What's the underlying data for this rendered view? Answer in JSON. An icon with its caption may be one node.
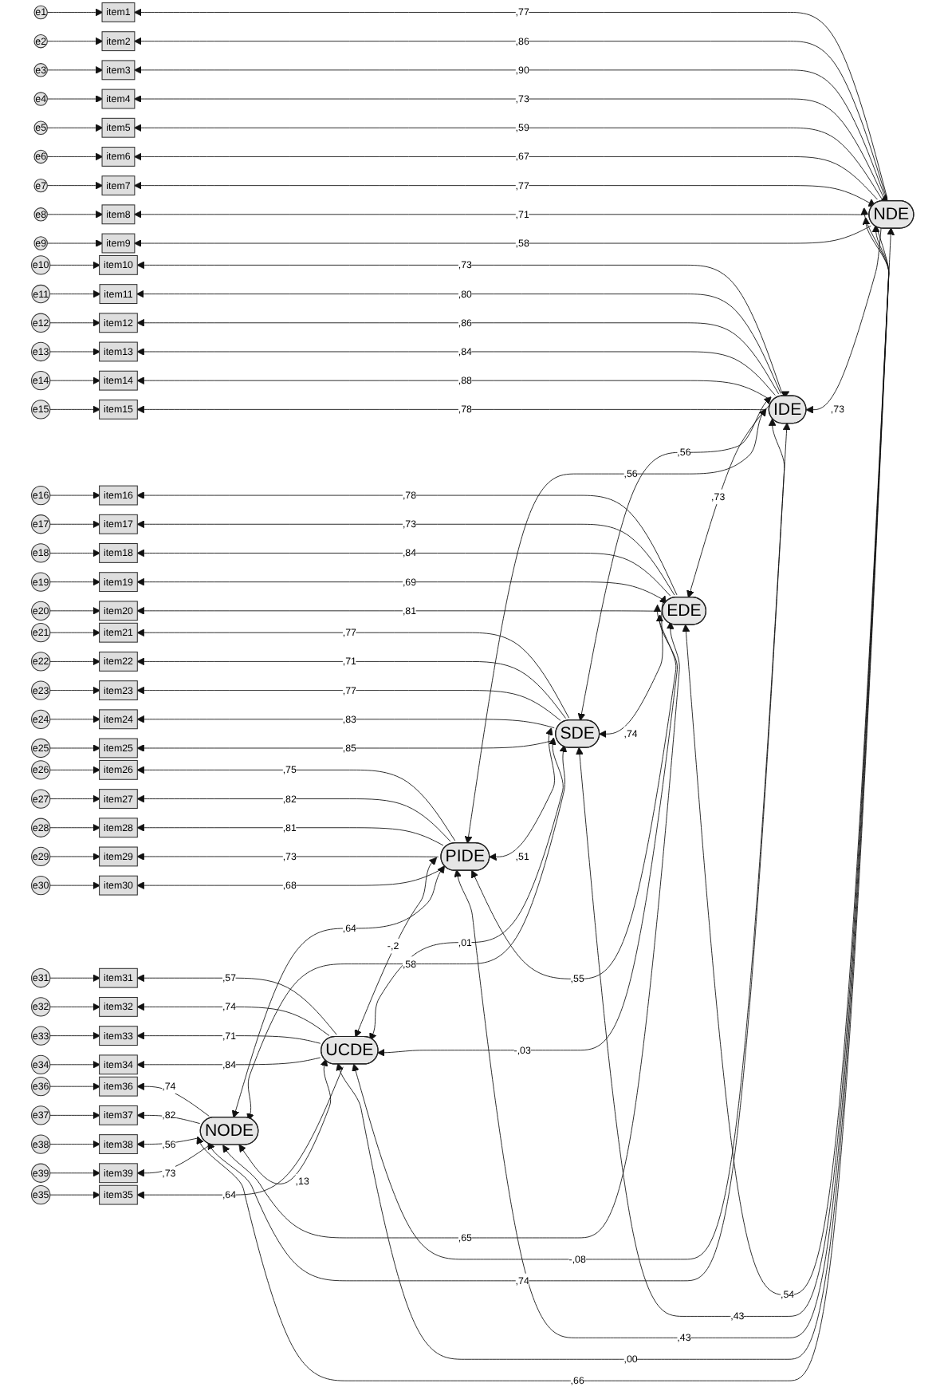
{
  "diagram": {
    "nodes": [
      {
        "text": [
          "e1"
        ]
      },
      {
        "text": [
          "item1"
        ]
      },
      {
        "text": [
          "e2"
        ]
      },
      {
        "text": [
          "item2"
        ]
      },
      {
        "text": [
          "e3"
        ]
      },
      {
        "text": [
          "item3"
        ]
      },
      {
        "text": [
          "e4"
        ]
      },
      {
        "text": [
          "item4"
        ]
      },
      {
        "text": [
          "e5"
        ]
      },
      {
        "text": [
          "item5"
        ]
      },
      {
        "text": [
          "e6"
        ]
      },
      {
        "text": [
          "item6"
        ]
      },
      {
        "text": [
          "e7"
        ]
      },
      {
        "text": [
          "item7"
        ]
      },
      {
        "text": [
          "e8"
        ]
      },
      {
        "text": [
          "item8"
        ]
      },
      {
        "text": [
          "e9"
        ]
      },
      {
        "text": [
          "item9"
        ]
      },
      {
        "text": [
          "e10"
        ]
      },
      {
        "text": [
          "item10"
        ]
      },
      {
        "text": [
          "e11"
        ]
      },
      {
        "text": [
          "item11"
        ]
      },
      {
        "text": [
          "e12"
        ]
      },
      {
        "text": [
          "item12"
        ]
      },
      {
        "text": [
          "e13"
        ]
      },
      {
        "text": [
          "item13"
        ]
      },
      {
        "text": [
          "e14"
        ]
      },
      {
        "text": [
          "item14"
        ]
      },
      {
        "text": [
          "e15"
        ]
      },
      {
        "text": [
          "item15"
        ]
      },
      {
        "text": [
          "e16"
        ]
      },
      {
        "text": [
          "item16"
        ]
      },
      {
        "text": [
          "e17"
        ]
      },
      {
        "text": [
          "item17"
        ]
      },
      {
        "text": [
          "e18"
        ]
      },
      {
        "text": [
          "item18"
        ]
      },
      {
        "text": [
          "e19"
        ]
      },
      {
        "text": [
          "item19"
        ]
      },
      {
        "text": [
          "e20"
        ]
      },
      {
        "text": [
          "item20"
        ]
      },
      {
        "text": [
          "e21"
        ]
      },
      {
        "text": [
          "item21"
        ]
      },
      {
        "text": [
          "e22"
        ]
      },
      {
        "text": [
          "item22"
        ]
      },
      {
        "text": [
          "e23"
        ]
      },
      {
        "text": [
          "item23"
        ]
      },
      {
        "text": [
          "e24"
        ]
      },
      {
        "text": [
          "item24"
        ]
      },
      {
        "text": [
          "e25"
        ]
      },
      {
        "text": [
          "item25"
        ]
      },
      {
        "text": [
          "e26"
        ]
      },
      {
        "text": [
          "item26"
        ]
      },
      {
        "text": [
          "e27"
        ]
      },
      {
        "text": [
          "item27"
        ]
      },
      {
        "text": [
          "e28"
        ]
      },
      {
        "text": [
          "item28"
        ]
      },
      {
        "text": [
          "e29"
        ]
      },
      {
        "text": [
          "item29"
        ]
      },
      {
        "text": [
          "e30"
        ]
      },
      {
        "text": [
          "item30"
        ]
      },
      {
        "text": [
          "e31"
        ]
      },
      {
        "text": [
          "item31"
        ]
      },
      {
        "text": [
          "e32"
        ]
      },
      {
        "text": [
          "item32"
        ]
      },
      {
        "text": [
          "e33"
        ]
      },
      {
        "text": [
          "item33"
        ]
      },
      {
        "text": [
          "e34"
        ]
      },
      {
        "text": [
          "item34"
        ]
      },
      {
        "text": [
          "e35"
        ]
      },
      {
        "text": [
          "item35"
        ]
      },
      {
        "text": [
          "e36"
        ]
      },
      {
        "text": [
          "item36"
        ]
      },
      {
        "text": [
          "e37"
        ]
      },
      {
        "text": [
          "item37"
        ]
      },
      {
        "text": [
          "e38"
        ]
      },
      {
        "text": [
          "item38"
        ]
      },
      {
        "text": [
          "e39"
        ]
      },
      {
        "text": [
          "item39"
        ]
      },
      {
        "text": [
          "NDE"
        ]
      },
      {
        "text": [
          "IDE"
        ]
      },
      {
        "text": [
          "EDE"
        ]
      },
      {
        "text": [
          "SDE"
        ]
      },
      {
        "text": [
          "PIDE"
        ]
      },
      {
        "text": [
          "UCDE"
        ]
      },
      {
        "text": [
          "NODE"
        ]
      }
    ],
    "edges": [
      {
        "from": 0,
        "to": 1,
        "arrow": "to"
      },
      {
        "from": 2,
        "to": 3,
        "arrow": "to"
      },
      {
        "from": 4,
        "to": 5,
        "arrow": "to"
      },
      {
        "from": 6,
        "to": 7,
        "arrow": "to"
      },
      {
        "from": 8,
        "to": 9,
        "arrow": "to"
      },
      {
        "from": 10,
        "to": 11,
        "arrow": "to"
      },
      {
        "from": 12,
        "to": 13,
        "arrow": "to"
      },
      {
        "from": 14,
        "to": 15,
        "arrow": "to"
      },
      {
        "from": 16,
        "to": 17,
        "arrow": "to"
      },
      {
        "from": 18,
        "to": 19,
        "arrow": "to"
      },
      {
        "from": 20,
        "to": 21,
        "arrow": "to"
      },
      {
        "from": 22,
        "to": 23,
        "arrow": "to"
      },
      {
        "from": 24,
        "to": 25,
        "arrow": "to"
      },
      {
        "from": 26,
        "to": 27,
        "arrow": "to"
      },
      {
        "from": 28,
        "to": 29,
        "arrow": "to"
      },
      {
        "from": 30,
        "to": 31,
        "arrow": "to"
      },
      {
        "from": 32,
        "to": 33,
        "arrow": "to"
      },
      {
        "from": 34,
        "to": 35,
        "arrow": "to"
      },
      {
        "from": 36,
        "to": 37,
        "arrow": "to"
      },
      {
        "from": 38,
        "to": 39,
        "arrow": "to"
      },
      {
        "from": 40,
        "to": 41,
        "arrow": "to"
      },
      {
        "from": 42,
        "to": 43,
        "arrow": "to"
      },
      {
        "from": 44,
        "to": 45,
        "arrow": "to"
      },
      {
        "from": 46,
        "to": 47,
        "arrow": "to"
      },
      {
        "from": 48,
        "to": 49,
        "arrow": "to"
      },
      {
        "from": 50,
        "to": 51,
        "arrow": "to"
      },
      {
        "from": 52,
        "to": 53,
        "arrow": "to"
      },
      {
        "from": 54,
        "to": 55,
        "arrow": "to"
      },
      {
        "from": 56,
        "to": 57,
        "arrow": "to"
      },
      {
        "from": 58,
        "to": 59,
        "arrow": "to"
      },
      {
        "from": 60,
        "to": 61,
        "arrow": "to"
      },
      {
        "from": 62,
        "to": 63,
        "arrow": "to"
      },
      {
        "from": 64,
        "to": 65,
        "arrow": "to"
      },
      {
        "from": 66,
        "to": 67,
        "arrow": "to"
      },
      {
        "from": 68,
        "to": 69,
        "arrow": "to"
      },
      {
        "from": 70,
        "to": 71,
        "arrow": "to"
      },
      {
        "from": 72,
        "to": 73,
        "arrow": "to"
      },
      {
        "from": 74,
        "to": 75,
        "arrow": "to"
      },
      {
        "from": 76,
        "to": 77,
        "arrow": "to"
      },
      {
        "from": 78,
        "to": 1,
        "arrow": "to",
        "label": ",77"
      },
      {
        "from": 78,
        "to": 3,
        "arrow": "to",
        "label": ",86"
      },
      {
        "from": 78,
        "to": 5,
        "arrow": "to",
        "label": ",90"
      },
      {
        "from": 78,
        "to": 7,
        "arrow": "to",
        "label": ",73"
      },
      {
        "from": 78,
        "to": 9,
        "arrow": "to",
        "label": ",59"
      },
      {
        "from": 78,
        "to": 11,
        "arrow": "to",
        "label": ",67"
      },
      {
        "from": 78,
        "to": 13,
        "arrow": "to",
        "label": ",77"
      },
      {
        "from": 78,
        "to": 15,
        "arrow": "to",
        "label": ",71"
      },
      {
        "from": 78,
        "to": 17,
        "arrow": "to",
        "label": ",58"
      },
      {
        "from": 79,
        "to": 19,
        "arrow": "to",
        "label": ",73"
      },
      {
        "from": 79,
        "to": 21,
        "arrow": "to",
        "label": ",80"
      },
      {
        "from": 79,
        "to": 23,
        "arrow": "to",
        "label": ",86"
      },
      {
        "from": 79,
        "to": 25,
        "arrow": "to",
        "label": ",84"
      },
      {
        "from": 79,
        "to": 27,
        "arrow": "to",
        "label": ",88"
      },
      {
        "from": 79,
        "to": 29,
        "arrow": "to",
        "label": ",78"
      },
      {
        "from": 80,
        "to": 31,
        "arrow": "to",
        "label": ",78"
      },
      {
        "from": 80,
        "to": 33,
        "arrow": "to",
        "label": ",73"
      },
      {
        "from": 80,
        "to": 35,
        "arrow": "to",
        "label": ",84"
      },
      {
        "from": 80,
        "to": 37,
        "arrow": "to",
        "label": ",69"
      },
      {
        "from": 80,
        "to": 39,
        "arrow": "to",
        "label": ",81"
      },
      {
        "from": 81,
        "to": 41,
        "arrow": "to",
        "label": ",77"
      },
      {
        "from": 81,
        "to": 43,
        "arrow": "to",
        "label": ",71"
      },
      {
        "from": 81,
        "to": 45,
        "arrow": "to",
        "label": ",77"
      },
      {
        "from": 81,
        "to": 47,
        "arrow": "to",
        "label": ",83"
      },
      {
        "from": 81,
        "to": 49,
        "arrow": "to",
        "label": ",85"
      },
      {
        "from": 82,
        "to": 51,
        "arrow": "to",
        "label": ",75"
      },
      {
        "from": 82,
        "to": 53,
        "arrow": "to",
        "label": ",82"
      },
      {
        "from": 82,
        "to": 55,
        "arrow": "to",
        "label": ",81"
      },
      {
        "from": 82,
        "to": 57,
        "arrow": "to",
        "label": ",73"
      },
      {
        "from": 82,
        "to": 59,
        "arrow": "to",
        "label": ",68"
      },
      {
        "from": 83,
        "to": 61,
        "arrow": "to",
        "label": ",57"
      },
      {
        "from": 83,
        "to": 63,
        "arrow": "to",
        "label": ",74"
      },
      {
        "from": 83,
        "to": 65,
        "arrow": "to",
        "label": ",71"
      },
      {
        "from": 83,
        "to": 67,
        "arrow": "to",
        "label": ",84"
      },
      {
        "from": 83,
        "to": 69,
        "arrow": "to",
        "label": ",64"
      },
      {
        "from": 84,
        "to": 71,
        "arrow": "to",
        "label": ",74"
      },
      {
        "from": 84,
        "to": 73,
        "arrow": "to",
        "label": ",82"
      },
      {
        "from": 84,
        "to": 75,
        "arrow": "to",
        "label": ",56"
      },
      {
        "from": 84,
        "to": 77,
        "arrow": "to",
        "label": ",73"
      },
      {
        "from": 78,
        "to": 79,
        "arrow": "both",
        "label": ",73"
      },
      {
        "from": 78,
        "to": 80,
        "arrow": "both",
        "label": ",54"
      },
      {
        "from": 78,
        "to": 81,
        "arrow": "both",
        "label": ",43"
      },
      {
        "from": 78,
        "to": 82,
        "arrow": "both",
        "label": ",43"
      },
      {
        "from": 78,
        "to": 83,
        "arrow": "both",
        "label": ",00"
      },
      {
        "from": 78,
        "to": 84,
        "arrow": "both",
        "label": ",66"
      },
      {
        "from": 79,
        "to": 80,
        "arrow": "both",
        "label": ",73"
      },
      {
        "from": 79,
        "to": 81,
        "arrow": "both",
        "label": ",56"
      },
      {
        "from": 79,
        "to": 82,
        "arrow": "both",
        "label": ",56"
      },
      {
        "from": 79,
        "to": 83,
        "arrow": "both",
        "label": "-,08"
      },
      {
        "from": 79,
        "to": 84,
        "arrow": "both",
        "label": ",74"
      },
      {
        "from": 80,
        "to": 81,
        "arrow": "both",
        "label": ",74"
      },
      {
        "from": 80,
        "to": 82,
        "arrow": "both",
        "label": ",55"
      },
      {
        "from": 80,
        "to": 83,
        "arrow": "both",
        "label": "-,03"
      },
      {
        "from": 80,
        "to": 84,
        "arrow": "both",
        "label": ",65"
      },
      {
        "from": 81,
        "to": 82,
        "arrow": "both",
        "label": ",51"
      },
      {
        "from": 81,
        "to": 83,
        "arrow": "both",
        "label": ",01"
      },
      {
        "from": 81,
        "to": 84,
        "arrow": "both",
        "label": ",58"
      },
      {
        "from": 82,
        "to": 83,
        "arrow": "both",
        "label": "-,2"
      },
      {
        "from": 82,
        "to": 84,
        "arrow": "both",
        "label": ",64"
      },
      {
        "from": 83,
        "to": 84,
        "arrow": "both",
        "label": ",13"
      }
    ]
  }
}
